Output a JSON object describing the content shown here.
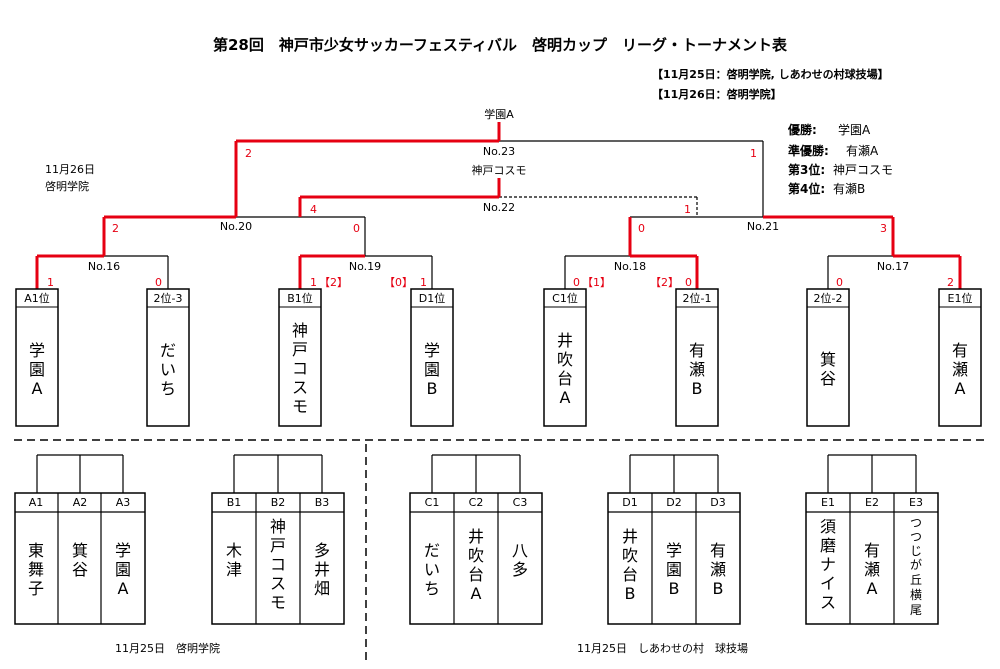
{
  "title": "第28回　神戸市少女サッカーフェスティバル　啓明カップ　リーグ・トーナメント表",
  "schedule": [
    "【11月25日：啓明学院, しあわせの村球技場】",
    "【11月26日：啓明学院】"
  ],
  "results": [
    {
      "label": "優勝:",
      "value": "学園A"
    },
    {
      "label": "準優勝:",
      "value": "有瀬A"
    },
    {
      "label": "第3位:",
      "value": "神戸コスモ"
    },
    {
      "label": "第4位:",
      "value": "有瀬B"
    }
  ],
  "day2": {
    "date": "11月26日",
    "venue": "啓明学院"
  },
  "tournament": {
    "champion": "学園A",
    "third_place_winner": "神戸コスモ",
    "matches": {
      "no23": {
        "label": "No.23",
        "left": "2",
        "right": "1"
      },
      "no22": {
        "label": "No.22",
        "left": "4",
        "right": "1"
      },
      "no20": {
        "label": "No.20",
        "left": "2",
        "right": "0"
      },
      "no21": {
        "label": "No.21",
        "left": "0",
        "right": "3"
      },
      "no16": {
        "label": "No.16",
        "left": "1",
        "right": "0"
      },
      "no19": {
        "label": "No.19",
        "left": "1",
        "left_pk": "【2】",
        "right_pk": "【0】",
        "right": "1"
      },
      "no18": {
        "label": "No.18",
        "left": "0",
        "left_pk": "【1】",
        "right_pk": "【2】",
        "right": "0"
      },
      "no17": {
        "label": "No.17",
        "left": "0",
        "right": "2"
      }
    },
    "slots": [
      {
        "seed": "A1位",
        "team": [
          "学",
          "園",
          "A"
        ]
      },
      {
        "seed": "2位-3",
        "team": [
          "だ",
          "い",
          "ち"
        ]
      },
      {
        "seed": "B1位",
        "team": [
          "神",
          "戸",
          "コ",
          "ス",
          "モ"
        ]
      },
      {
        "seed": "D1位",
        "team": [
          "学",
          "園",
          "B"
        ]
      },
      {
        "seed": "C1位",
        "team": [
          "井",
          "吹",
          "台",
          "A"
        ]
      },
      {
        "seed": "2位-1",
        "team": [
          "有",
          "瀬",
          "B"
        ]
      },
      {
        "seed": "2位-2",
        "team": [
          "箕",
          "谷"
        ]
      },
      {
        "seed": "E1位",
        "team": [
          "有",
          "瀬",
          "A"
        ]
      }
    ]
  },
  "leagues": [
    {
      "teams": [
        {
          "code": "A1",
          "name": [
            "東",
            "舞",
            "子"
          ]
        },
        {
          "code": "A2",
          "name": [
            "箕",
            "谷"
          ]
        },
        {
          "code": "A3",
          "name": [
            "学",
            "園",
            "A"
          ]
        }
      ]
    },
    {
      "teams": [
        {
          "code": "B1",
          "name": [
            "木",
            "津"
          ]
        },
        {
          "code": "B2",
          "name": [
            "神",
            "戸",
            "コ",
            "ス",
            "モ"
          ]
        },
        {
          "code": "B3",
          "name": [
            "多",
            "井",
            "畑"
          ]
        }
      ]
    },
    {
      "teams": [
        {
          "code": "C1",
          "name": [
            "だ",
            "い",
            "ち"
          ]
        },
        {
          "code": "C2",
          "name": [
            "井",
            "吹",
            "台",
            "A"
          ]
        },
        {
          "code": "C3",
          "name": [
            "八",
            "多"
          ]
        }
      ]
    },
    {
      "teams": [
        {
          "code": "D1",
          "name": [
            "井",
            "吹",
            "台",
            "B"
          ]
        },
        {
          "code": "D2",
          "name": [
            "学",
            "園",
            "B"
          ]
        },
        {
          "code": "D3",
          "name": [
            "有",
            "瀬",
            "B"
          ]
        }
      ]
    },
    {
      "teams": [
        {
          "code": "E1",
          "name": [
            "須",
            "磨",
            "ナ",
            "イ",
            "ス"
          ]
        },
        {
          "code": "E2",
          "name": [
            "有",
            "瀬",
            "A"
          ]
        },
        {
          "code": "E3",
          "name": [
            "つ",
            "つ",
            "じ",
            "が",
            "丘",
            "横",
            "尾"
          ]
        }
      ]
    }
  ],
  "venues": {
    "left": "11月25日　啓明学院",
    "right": "11月25日　しあわせの村　球技場"
  },
  "colors": {
    "winner_line": "#e60012",
    "line": "#000000",
    "score": "#e60012"
  }
}
